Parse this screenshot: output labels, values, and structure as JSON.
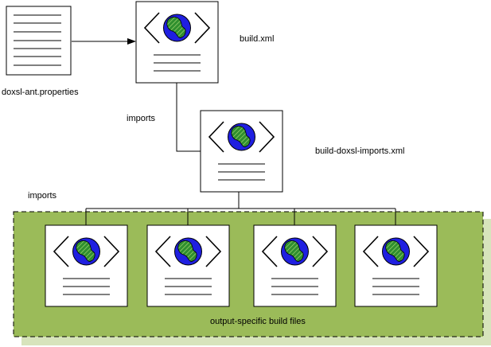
{
  "labels": {
    "properties_file": "doxsl-ant.properties",
    "build_xml": "build.xml",
    "imports_1": "imports",
    "build_imports_xml": "build-doxsl-imports.xml",
    "imports_2": "imports",
    "output_group": "output-specific build files"
  },
  "icons": {
    "properties_file": "text-document-icon",
    "xml_file": "xml-web-document-icon"
  },
  "colors": {
    "group_fill": "#9bbb59",
    "group_shadow": "#d7e4bc",
    "globe_water": "#1f1fe0",
    "globe_land": "#2f8f2f"
  }
}
